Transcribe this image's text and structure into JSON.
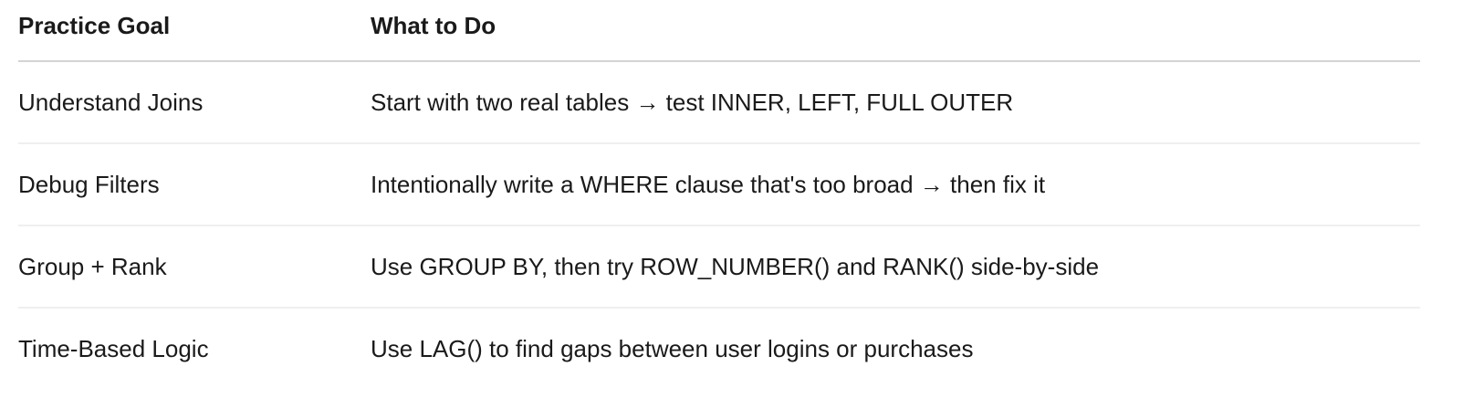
{
  "table": {
    "columns": [
      {
        "label": "Practice Goal"
      },
      {
        "label": "What to Do"
      }
    ],
    "rows": [
      {
        "goal": "Understand Joins",
        "action": "Start with two real tables → test INNER, LEFT, FULL OUTER"
      },
      {
        "goal": "Debug Filters",
        "action": "Intentionally write a WHERE clause that's too broad → then fix it"
      },
      {
        "goal": "Group + Rank",
        "action": "Use GROUP BY, then try ROW_NUMBER() and RANK() side-by-side"
      },
      {
        "goal": "Time-Based Logic",
        "action": "Use LAG() to find gaps between user logins or purchases"
      }
    ],
    "colors": {
      "text": "#1a1a1a",
      "header_divider": "#d4d4d4",
      "row_divider": "#efefef",
      "background": "#ffffff"
    }
  }
}
